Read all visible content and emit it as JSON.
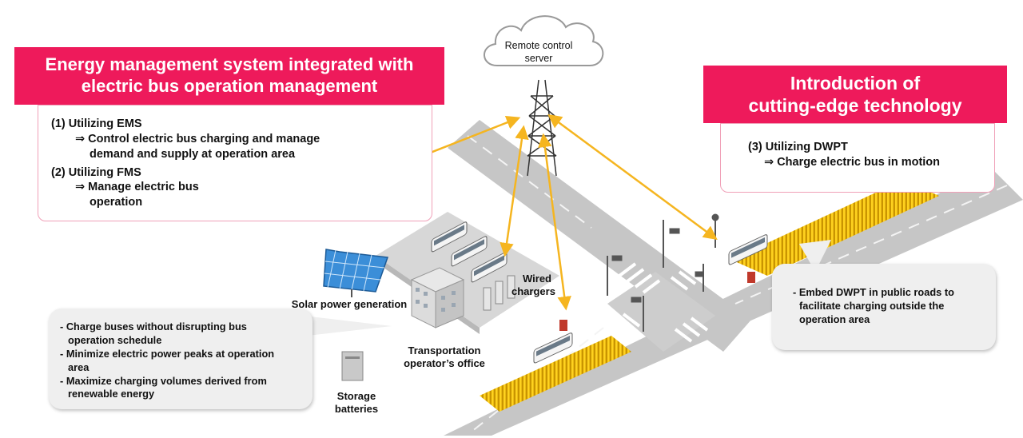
{
  "left_panel": {
    "banner_line1": "Energy management system integrated with",
    "banner_line2": "electric bus operation management",
    "item1_title": "(1) Utilizing EMS",
    "item1_line1": "⇒ Control electric bus charging and manage",
    "item1_line2": "demand and supply at operation area",
    "item2_title": "(2) Utilizing FMS",
    "item2_line1": "⇒ Manage electric bus",
    "item2_line2": "operation"
  },
  "right_panel": {
    "banner_line1": "Introduction of",
    "banner_line2": "cutting-edge technology",
    "item3_title": "(3) Utilizing DWPT",
    "item3_line1": "⇒ Charge electric bus in motion"
  },
  "cloud": {
    "line1": "Remote control",
    "line2": "server"
  },
  "labels": {
    "wired_line1": "Wired",
    "wired_line2": "chargers",
    "solar": "Solar power generation",
    "office_line1": "Transportation",
    "office_line2": "operator’s office",
    "storage_line1": "Storage",
    "storage_line2": "batteries"
  },
  "left_bubble": {
    "b1_line1": "- Charge buses without disrupting bus",
    "b1_line2": "operation schedule",
    "b2_line1": "- Minimize electric power peaks at operation",
    "b2_line2": "area",
    "b3_line1": "- Maximize charging volumes derived from",
    "b3_line2": "renewable energy"
  },
  "right_bubble": {
    "line1": "- Embed DWPT in public roads to",
    "line2": "facilitate charging outside the",
    "line3": "operation area"
  },
  "colors": {
    "accent": "#ee1a5b",
    "panel_border": "#f0a0b8",
    "arrow": "#f5b520",
    "road": "#c6c6c6",
    "charging_strip": "#e8b000",
    "bubble": "#efefef"
  }
}
